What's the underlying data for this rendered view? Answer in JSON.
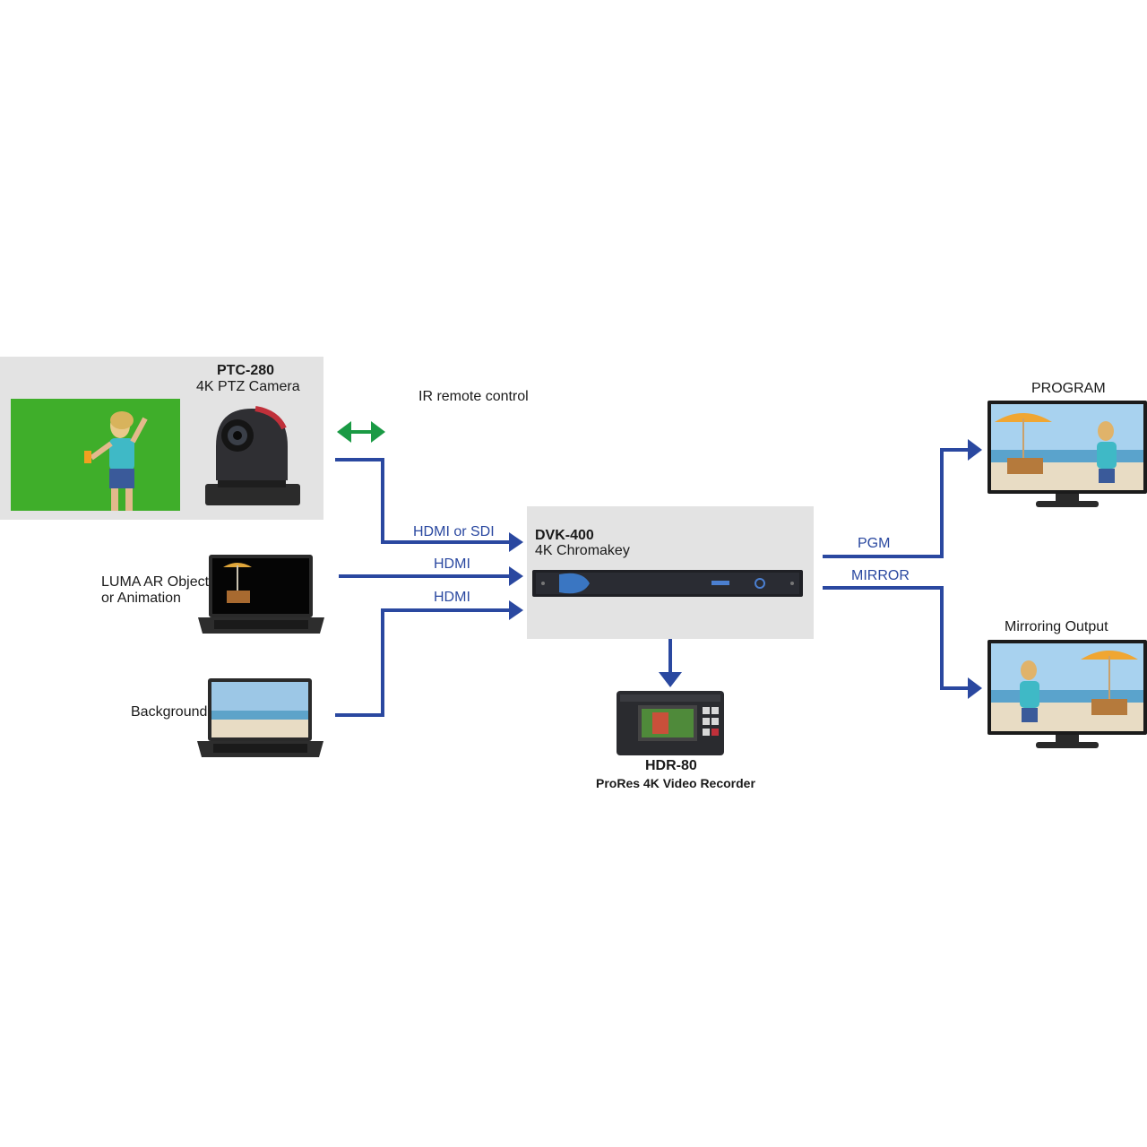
{
  "camera": {
    "model": "PTC-280",
    "desc": "4K PTZ Camera"
  },
  "ir": {
    "label": "IR remote control"
  },
  "luma": {
    "line1": "LUMA AR Object",
    "line2": "or Animation"
  },
  "background": {
    "label": "Background"
  },
  "links": {
    "camera_link": "HDMI or SDI",
    "luma_link": "HDMI",
    "bg_link": "HDMI",
    "pgm_link": "PGM",
    "mirror_link": "MIRROR"
  },
  "dvk": {
    "model": "DVK-400",
    "desc": "4K Chromakey"
  },
  "hdr": {
    "model": "HDR-80",
    "desc": "ProRes 4K Video Recorder"
  },
  "program": {
    "label": "PROGRAM"
  },
  "mirroring": {
    "label": "Mirroring Output"
  },
  "colors": {
    "line": "#2a48a0",
    "ir_arrow": "#1a9a44",
    "panel": "#e3e3e3",
    "greenscreen": "#3fae2a"
  }
}
